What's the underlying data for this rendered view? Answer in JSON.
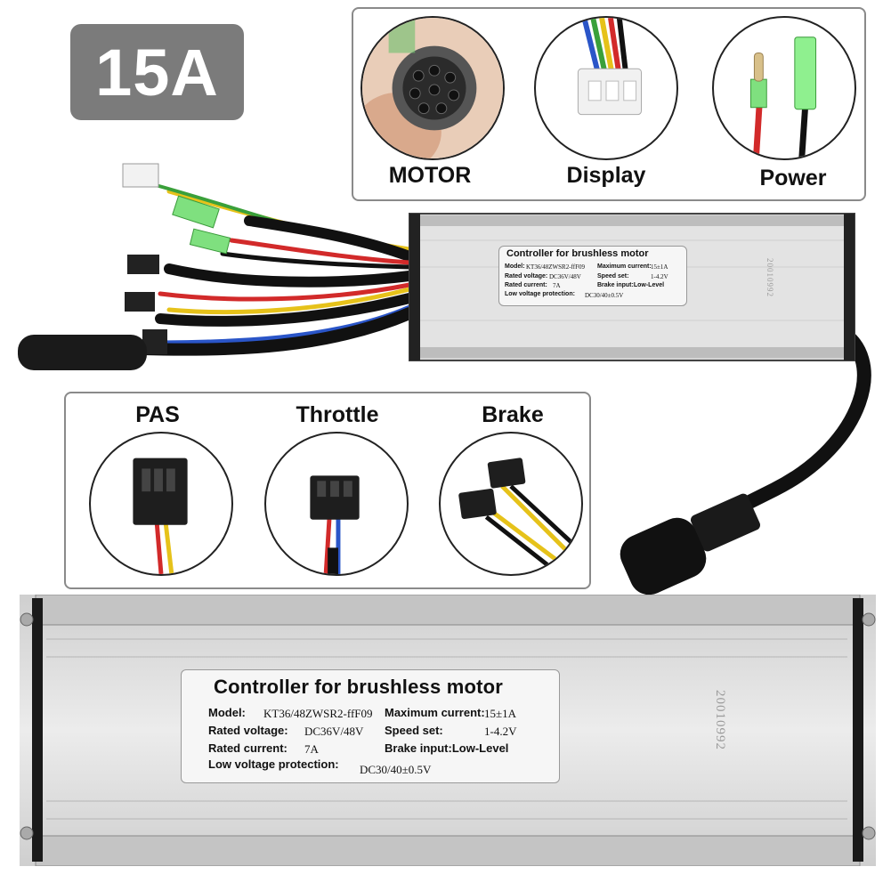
{
  "badge": {
    "text": "15A"
  },
  "connectors_top": [
    {
      "label": "MOTOR"
    },
    {
      "label": "Display"
    },
    {
      "label": "Power"
    }
  ],
  "connectors_mid": [
    {
      "label": "PAS"
    },
    {
      "label": "Throttle"
    },
    {
      "label": "Brake"
    }
  ],
  "controller_label": {
    "title": "Controller for brushless motor",
    "model_key": "Model:",
    "model_val": "KT36/48ZWSR2-ffF09",
    "max_current_key": "Maximum current:",
    "max_current_val": "15±1A",
    "rated_voltage_key": "Rated voltage:",
    "rated_voltage_val": "DC36V/48V",
    "speed_set_key": "Speed set:",
    "speed_set_val": "1-4.2V",
    "rated_current_key": "Rated current:",
    "rated_current_val": "7A",
    "brake_input": "Brake input:Low-Level",
    "low_voltage_key": "Low voltage protection:",
    "low_voltage_val": "DC30/40±0.5V"
  },
  "serial_number": "20010992",
  "colors": {
    "badge_bg": "#7b7b7b",
    "case_silver": "#d9d9d9",
    "case_edge": "#1a1a1a",
    "wire_red": "#d22a2a",
    "wire_yellow": "#e6c21a",
    "wire_green": "#3aa03a",
    "wire_blue": "#2a55c8",
    "connector_green": "#7fe07f"
  }
}
